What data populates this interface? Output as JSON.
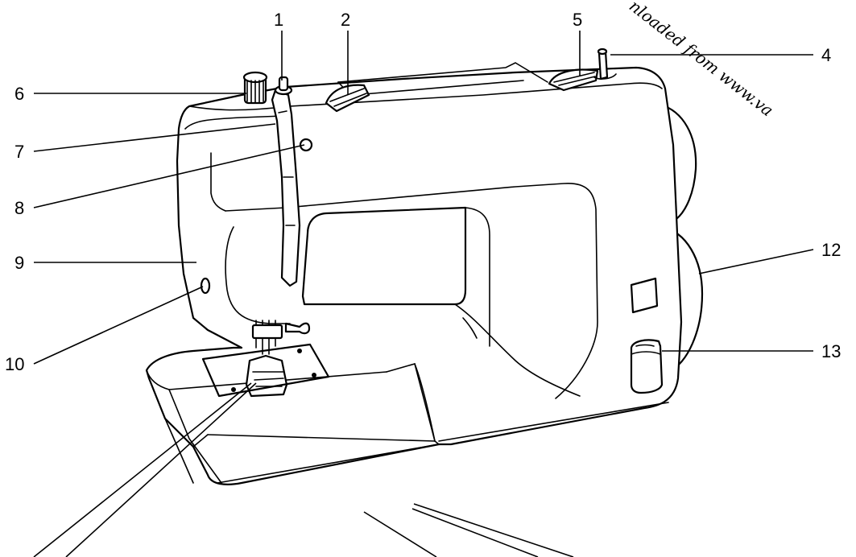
{
  "watermark": "nloaded from www.va",
  "callouts": [
    {
      "id": "1",
      "text": "1"
    },
    {
      "id": "2",
      "text": "2"
    },
    {
      "id": "4",
      "text": "4"
    },
    {
      "id": "5",
      "text": "5"
    },
    {
      "id": "6",
      "text": "6"
    },
    {
      "id": "7",
      "text": "7"
    },
    {
      "id": "8",
      "text": "8"
    },
    {
      "id": "9",
      "text": "9"
    },
    {
      "id": "10",
      "text": "10"
    },
    {
      "id": "12",
      "text": "12"
    },
    {
      "id": "13",
      "text": "13"
    }
  ]
}
